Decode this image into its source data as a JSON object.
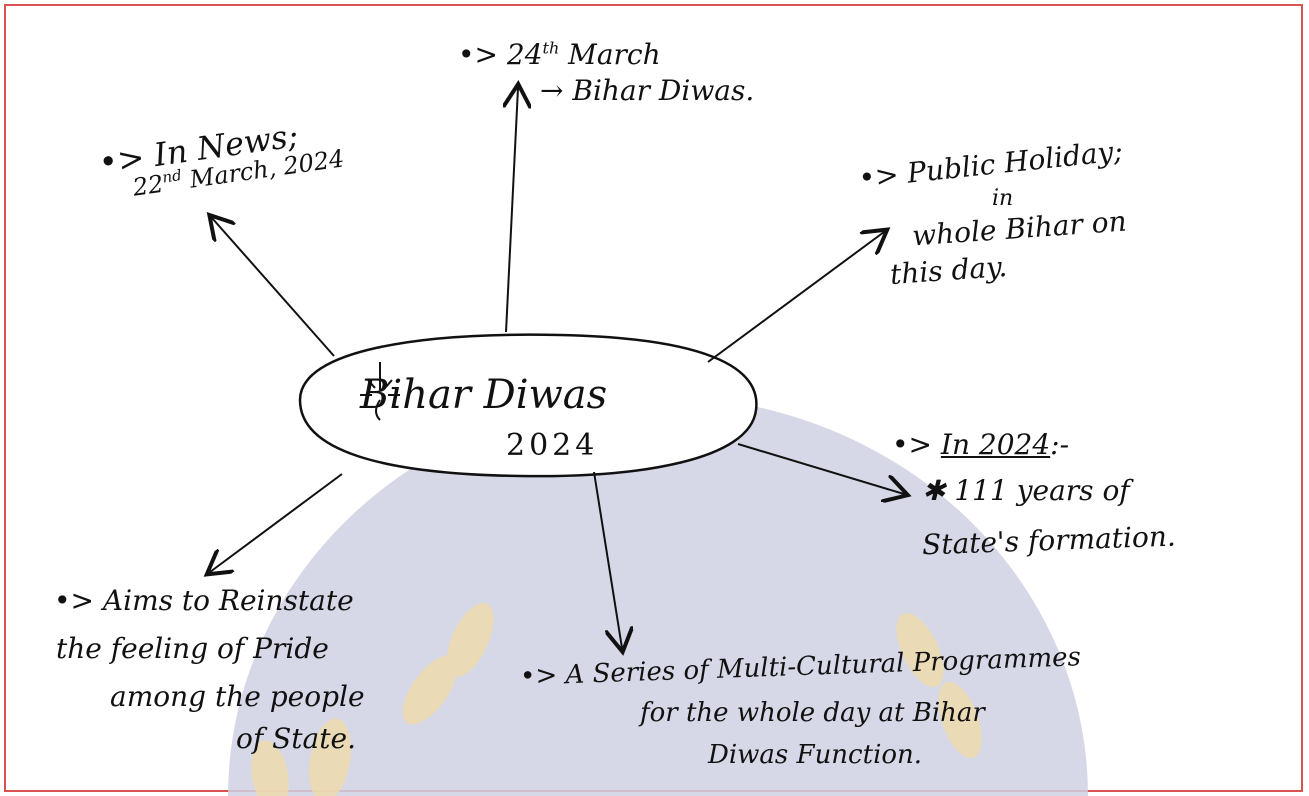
{
  "center": {
    "title": "Bihar Diwas",
    "year": "2024"
  },
  "nodes": {
    "top": {
      "bullet": "•>",
      "date": "24",
      "sup": "th",
      "month": "March",
      "arrow": "→",
      "text": "Bihar Diwas."
    },
    "in_news": {
      "bullet": "•>",
      "line1": "In News;",
      "day": "22",
      "sup": "nd",
      "line2": "March, 2024"
    },
    "holiday": {
      "bullet": "•>",
      "line1": "Public Holiday;",
      "line2": "in",
      "line3": "whole Bihar on",
      "line4": "this day."
    },
    "in2024": {
      "bullet": "•>",
      "heading": "In 2024",
      "colon": ":-",
      "line1": "✱ 111 years of",
      "line2": "State's formation."
    },
    "aims": {
      "bullet": "•>",
      "line1": "Aims to Reinstate",
      "line2": "the feeling of Pride",
      "line3": "among the people",
      "line4": "of State."
    },
    "series": {
      "bullet": "•>",
      "line1": "A Series of Multi-Cultural Programmes",
      "line2": "for the whole day at Bihar",
      "line3": "Diwas Function."
    }
  },
  "colors": {
    "frame": "#d9534f",
    "ink": "#111111",
    "watermark": "#c9cbe0",
    "leaf": "#ecd9a6"
  }
}
